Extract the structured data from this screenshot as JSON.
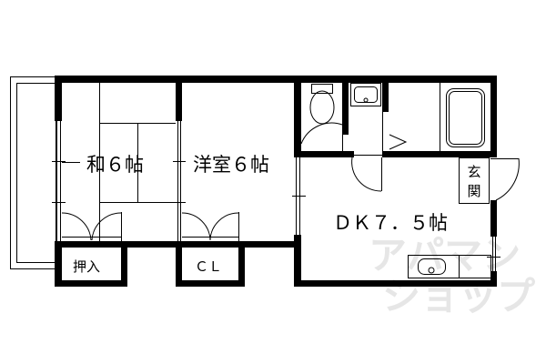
{
  "floor_plan": {
    "rooms": [
      {
        "id": "washitsu",
        "label": "和６帖",
        "type": "Japanese-style room",
        "size_jo": 6
      },
      {
        "id": "youshitsu",
        "label": "洋室６帖",
        "type": "Western-style room",
        "size_jo": 6
      },
      {
        "id": "dk",
        "label": "ＤＫ７．５帖",
        "type": "Dining kitchen",
        "size_jo": 7.5
      }
    ],
    "storage": [
      {
        "id": "oshiire",
        "label": "押入"
      },
      {
        "id": "closet",
        "label": "ＣＬ"
      }
    ],
    "entrance": {
      "label_top": "玄",
      "label_bottom": "関"
    },
    "fixtures": [
      "toilet",
      "washbasin",
      "bathtub",
      "kitchen-sink",
      "balcony"
    ],
    "watermark": {
      "line1": "アパマン",
      "line2": "ショップ"
    },
    "colors": {
      "wall": "#000000",
      "background": "#ffffff",
      "watermark": "#e6e6e6"
    }
  }
}
